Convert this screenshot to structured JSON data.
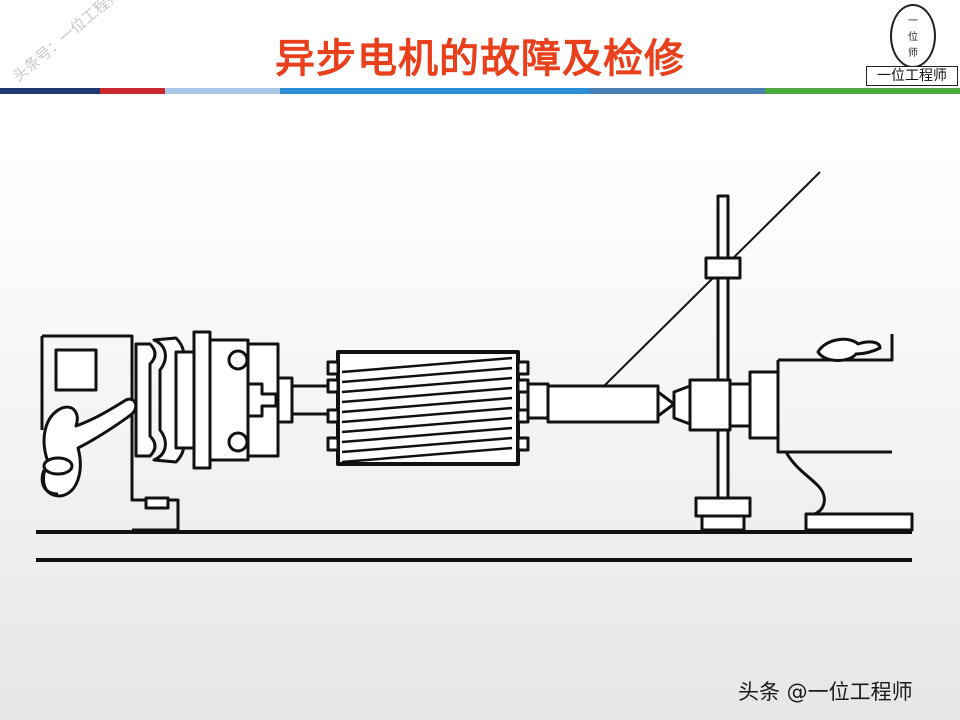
{
  "slide": {
    "title": "异步电机的故障及检修",
    "watermark": "头条号：一位工程师",
    "footer_credit": "头条 @一位工程师"
  },
  "logo": {
    "glyph_top": "一",
    "glyph_mid": "位",
    "glyph_bottom": "师",
    "label": "一位工程师"
  },
  "colors": {
    "title": "#e8401c",
    "band_navy": "#1f3a73",
    "band_red": "#c9282d",
    "band_light_blue": "#a9c6e6",
    "band_blue": "#2c8fd6",
    "band_steel": "#4a7fb5",
    "band_green": "#4aa83d"
  },
  "icons": [
    "motor-rotor-diagram"
  ]
}
